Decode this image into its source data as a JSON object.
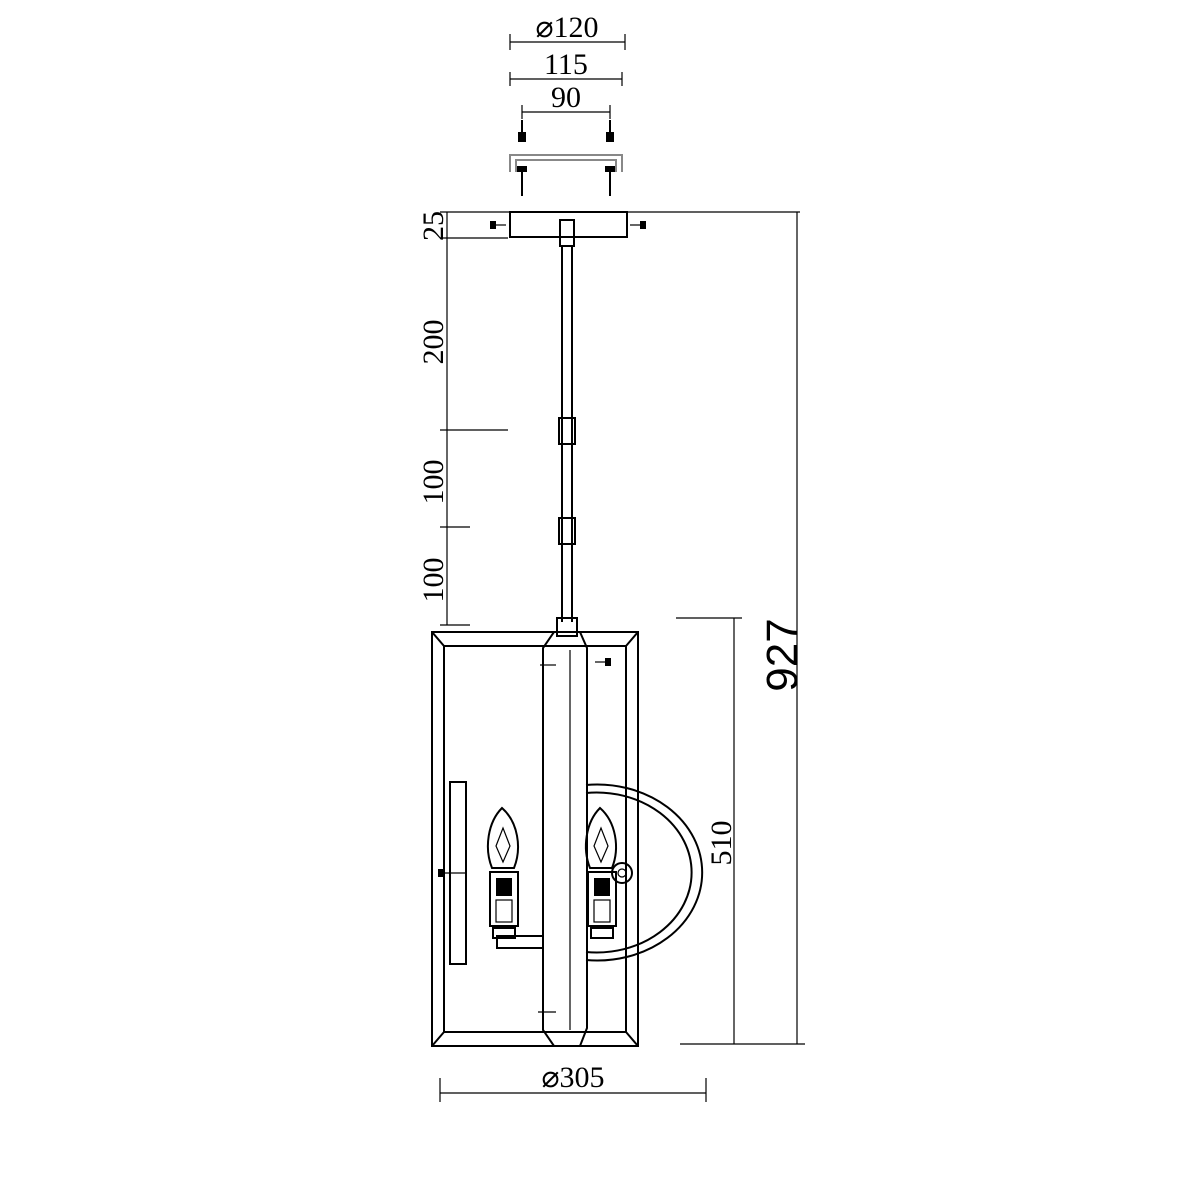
{
  "dimensions": {
    "canopy_diameter": "⌀120",
    "canopy_width": "115",
    "mount_spacing": "90",
    "canopy_height": "25",
    "rod_segment_top": "200",
    "rod_segment_mid": "100",
    "rod_segment_bottom": "100",
    "overall_height": "927",
    "body_height": "510",
    "body_diameter": "⌀305"
  }
}
